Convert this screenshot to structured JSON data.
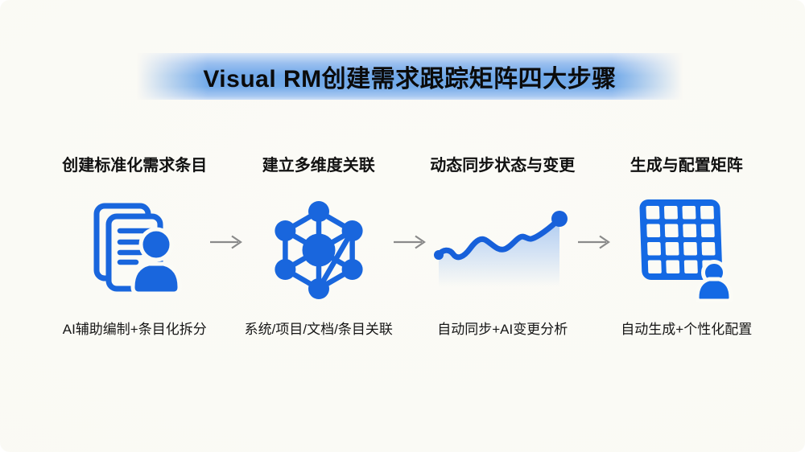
{
  "banner": {
    "title": "Visual RM创建需求跟踪矩阵四大步骤"
  },
  "steps": [
    {
      "title": "创建标准化需求条目",
      "description": "AI辅助编制+条目化拆分",
      "icon": "documents-user-icon"
    },
    {
      "title": "建立多维度关联",
      "description": "系统/项目/文档/条目关联",
      "icon": "network-graph-icon"
    },
    {
      "title": "动态同步状态与变更",
      "description": "自动同步+AI变更分析",
      "icon": "trend-chart-icon"
    },
    {
      "title": "生成与配置矩阵",
      "description": "自动生成+个性化配置",
      "icon": "matrix-user-icon"
    }
  ],
  "arrows": {
    "glyph": "→",
    "count": 3
  },
  "colors": {
    "background": "#FAF9F4",
    "text": "#111111",
    "icon_blue": "#1966DD",
    "grid_blue": "#1469E4",
    "chart_line_blue": "#1760DA",
    "chart_area_blue": "#AECBF2",
    "banner_center_blue": "#6FA8E9",
    "banner_edge_blue": "#D8E5F8",
    "arrow_gray": "#8A8A8A"
  }
}
